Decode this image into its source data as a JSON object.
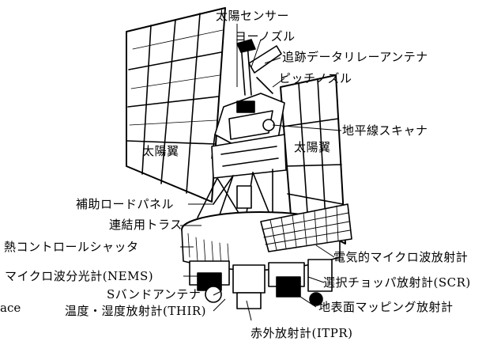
{
  "diagram": {
    "subject": "satellite",
    "labels": {
      "sun_sensor": "太陽センサー",
      "yaw_nozzle": "ヨーノズル",
      "tdrs_antenna": "追跡データリレーアンテナ",
      "pitch_nozzle": "ピッチノズル",
      "horizon_scanner": "地平線スキャナ",
      "solar_array_left": "太陽翼",
      "solar_array_right": "太陽翼",
      "aux_load_panel": "補助ロードパネル",
      "truss": "連結用トラス",
      "thermal_shutter": "熱コントロールシャッタ",
      "microwave_radiometer": "電気的マイクロ波放射計",
      "nems": "マイクロ波分光計(NEMS)",
      "scr": "選択チョッパ放射計(SCR)",
      "s_band_antenna": "Sバンドアンテナ",
      "surface_mapping": "地表面マッピング放射計",
      "thir": "温度・湿度放射計(THIR)",
      "itpr": "赤外放射計(ITPR)"
    },
    "edge_fragment": "ace"
  }
}
